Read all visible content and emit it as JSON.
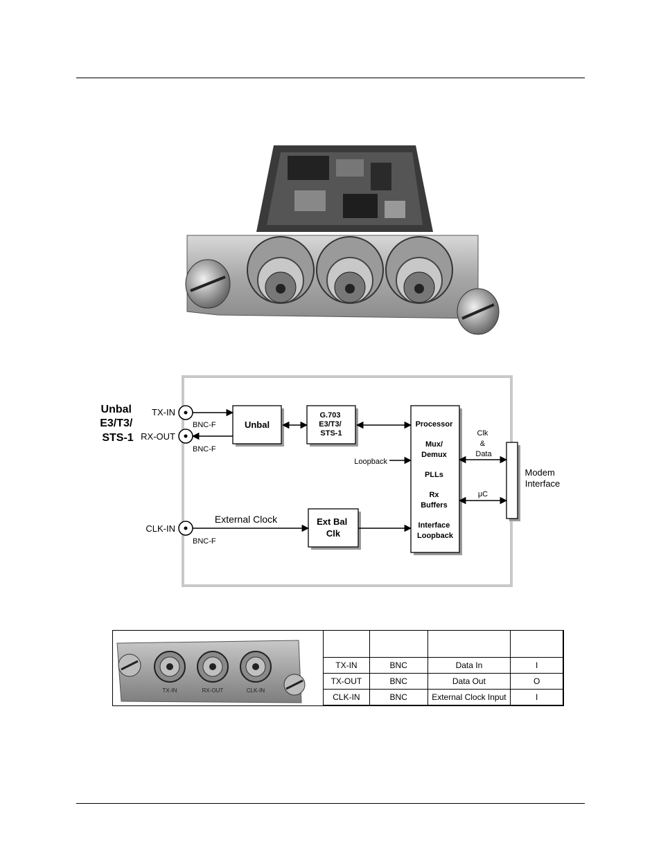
{
  "diagram": {
    "interface_title": [
      "Unbal",
      "E3/T3/",
      "STS-1"
    ],
    "ports": {
      "tx_in": "TX-IN",
      "rx_out": "RX-OUT",
      "clk_in": "CLK-IN",
      "bnc_tx": "BNC-F",
      "bnc_rx": "BNC-F",
      "bnc_clk": "BNC-F"
    },
    "blocks": {
      "unbal": "Unbal",
      "g703": [
        "G.703",
        "E3/T3/",
        "STS-1"
      ],
      "ext_clk": [
        "Ext Bal",
        "Clk"
      ],
      "processor": [
        "Processor",
        "Mux/",
        "Demux",
        "PLLs",
        "Rx",
        "Buffers",
        "Interface",
        "Loopback"
      ]
    },
    "labels": {
      "loopback": "Loopback",
      "external_clock": "External Clock",
      "clk_data": [
        "Clk",
        "&",
        "Data"
      ],
      "uc": "μC",
      "modem_interface": [
        "Modem",
        "Interface"
      ]
    }
  },
  "panel_photo_labels": [
    "TX-IN",
    "RX-OUT",
    "CLK-IN"
  ],
  "pin_table": {
    "headers": [
      "",
      "",
      "",
      ""
    ],
    "rows": [
      [
        "TX-IN",
        "BNC",
        "Data In",
        "I"
      ],
      [
        "TX-OUT",
        "BNC",
        "Data Out",
        "O"
      ],
      [
        "CLK-IN",
        "BNC",
        "External Clock Input",
        "I"
      ]
    ]
  }
}
